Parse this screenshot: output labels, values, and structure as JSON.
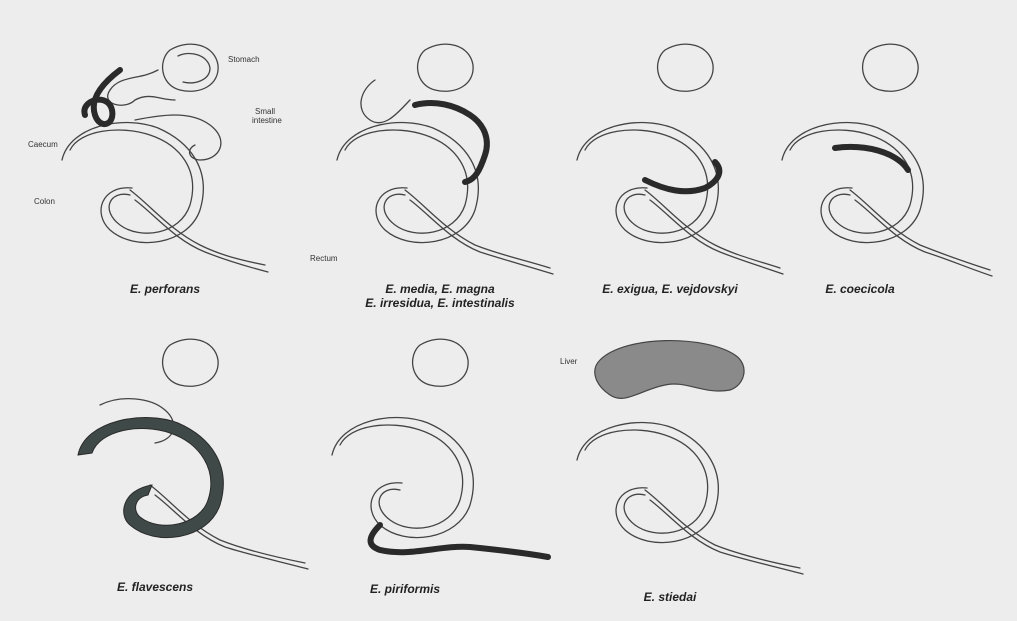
{
  "panels": [
    {
      "caption_lines": [
        "E. perforans"
      ]
    },
    {
      "caption_lines": [
        "E. media, E. magna",
        "E. irresidua, E. intestinalis"
      ]
    },
    {
      "caption_lines": [
        "E. exigua, E. vejdovskyi"
      ]
    },
    {
      "caption_lines": [
        "E. coecicola"
      ]
    },
    {
      "caption_lines": [
        "E. flavescens"
      ]
    },
    {
      "caption_lines": [
        "E. piriformis"
      ]
    },
    {
      "caption_lines": [
        "E. stiedai"
      ]
    }
  ],
  "organ_labels": {
    "stomach": "Stomach",
    "small_intestine_1": "Small",
    "small_intestine_2": "intestine",
    "caecum": "Caecum",
    "colon": "Colon",
    "rectum": "Rectum",
    "liver": "Liver"
  },
  "colors": {
    "background": "#ededed",
    "outline": "#444444",
    "infection": "#2a2a2a",
    "flavescens_fill": "#3f4a48",
    "liver_fill": "#8a8a8a"
  }
}
